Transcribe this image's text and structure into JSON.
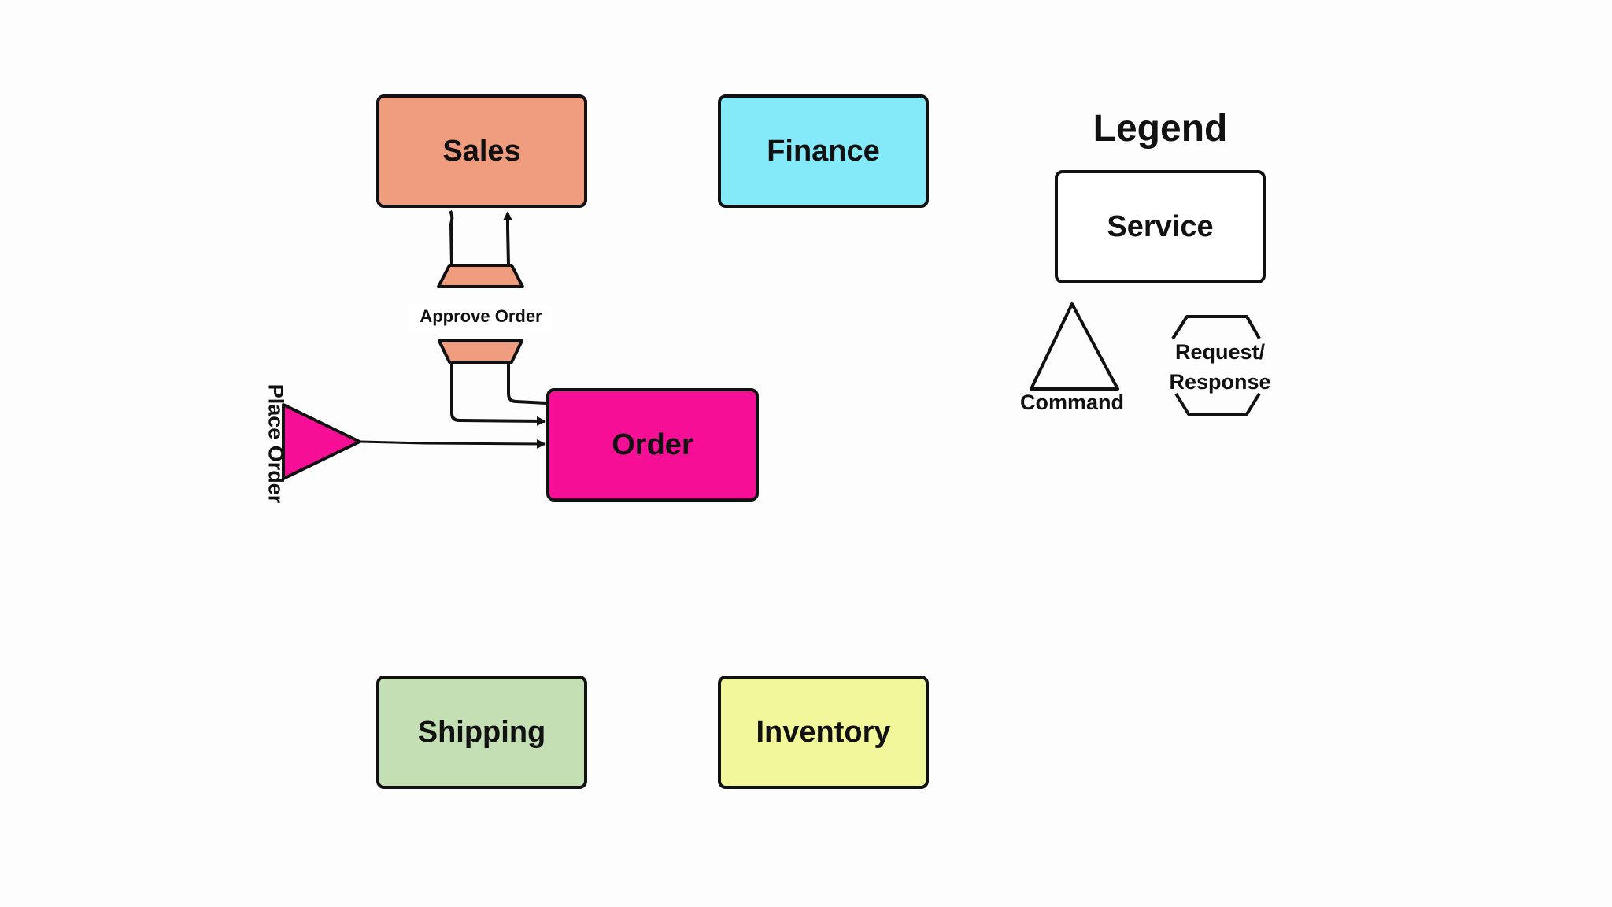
{
  "services": {
    "sales": {
      "label": "Sales",
      "color": "#F09C7E"
    },
    "finance": {
      "label": "Finance",
      "color": "#84EAFA"
    },
    "order": {
      "label": "Order",
      "color": "#F60E96"
    },
    "shipping": {
      "label": "Shipping",
      "color": "#C5DFB4"
    },
    "inventory": {
      "label": "Inventory",
      "color": "#F3F79C"
    }
  },
  "messages": {
    "approve_order": {
      "label": "Approve Order",
      "kind": "request-response",
      "color": "#F09C7E"
    },
    "place_order": {
      "label": "Place Order",
      "kind": "command",
      "color": "#F60E96"
    }
  },
  "legend": {
    "title": "Legend",
    "service_label": "Service",
    "command_label": "Command",
    "request_response_label": "Request/ Response"
  }
}
